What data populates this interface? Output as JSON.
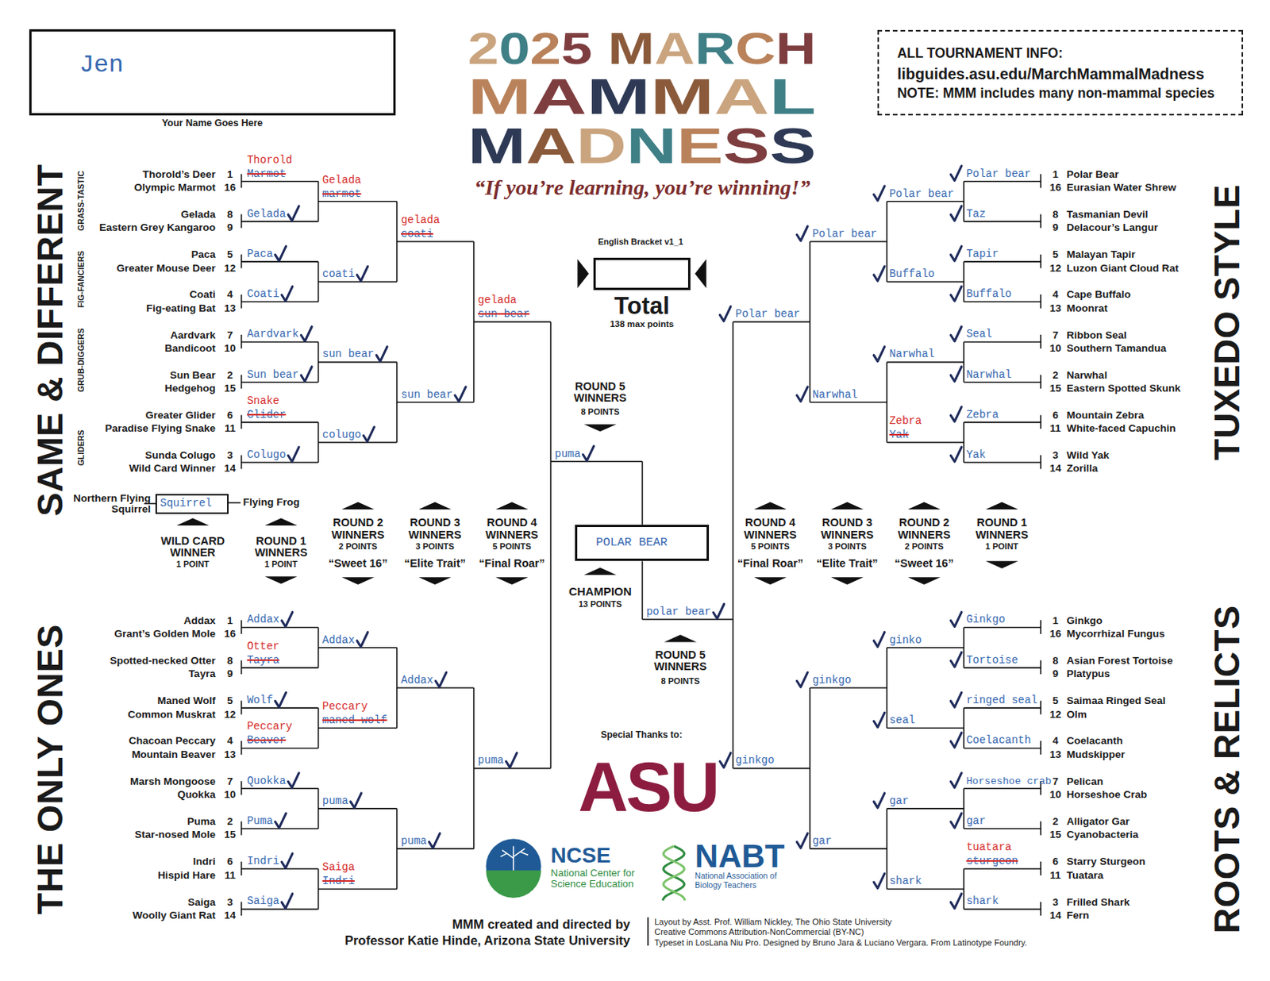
{
  "diagram": {
    "nodes": [
      {
        "text": [
          "Jen",
          "Your Name Goes Here"
        ]
      },
      {
        "text": [
          "ALL TOURNAMENT INFO:",
          "libguides.asu.edu/MarchMammalMadness",
          "NOTE: MMM includes many non-mammal species"
        ]
      },
      {
        "text": [
          "Total",
          "138 max points"
        ]
      },
      {
        "text": [
          "Squirrel"
        ]
      },
      {
        "text": [
          "POLAR BEAR"
        ]
      }
    ],
    "labels": [
      "2025 MARCH",
      "MAMMAL",
      "MADNESS",
      "“If you’re learning, you’re winning!”",
      "SAME & DIFFERENT",
      "THE ONLY ONES",
      "TUXEDO STYLE",
      "ROOTS & RELICTS",
      "GRASS-TASTIC",
      "FIG-FANCIERS",
      "GRUB-DIGGERS",
      "GLIDERS",
      "Thorold’s Deer",
      "1",
      "Olympic Marmot",
      "16",
      "Gelada",
      "8",
      "Eastern Grey Kangaroo",
      "9",
      "Paca",
      "5",
      "Greater Mouse Deer",
      "12",
      "Coati",
      "4",
      "Fig-eating Bat",
      "13",
      "Aardvark",
      "7",
      "Bandicoot",
      "10",
      "Sun Bear",
      "2",
      "Hedgehog",
      "15",
      "Greater Glider",
      "6",
      "Paradise Flying Snake",
      "11",
      "Sunda Colugo",
      "3",
      "Wild Card Winner",
      "14",
      "Addax",
      "1",
      "Grant’s Golden Mole",
      "16",
      "Spotted-necked Otter",
      "8",
      "Tayra",
      "9",
      "Maned Wolf",
      "5",
      "Common Muskrat",
      "12",
      "Chacoan Peccary",
      "4",
      "Mountain Beaver",
      "13",
      "Marsh Mongoose",
      "7",
      "Quokka",
      "10",
      "Puma",
      "2",
      "Star-nosed Mole",
      "15",
      "Indri",
      "6",
      "Hispid Hare",
      "11",
      "Saiga",
      "3",
      "Woolly Giant Rat",
      "14",
      "Polar Bear",
      "1",
      "Eurasian Water Shrew",
      "16",
      "Tasmanian Devil",
      "8",
      "Delacour’s Langur",
      "9",
      "Malayan Tapir",
      "5",
      "Luzon Giant Cloud Rat",
      "12",
      "Cape Buffalo",
      "4",
      "Moonrat",
      "13",
      "Ribbon Seal",
      "7",
      "Southern Tamandua",
      "10",
      "Narwhal",
      "2",
      "Eastern Spotted Skunk",
      "15",
      "Mountain Zebra",
      "6",
      "White-faced Capuchin",
      "11",
      "Wild Yak",
      "3",
      "Zorilla",
      "14",
      "Ginkgo",
      "1",
      "Mycorrhizal Fungus",
      "16",
      "Asian Forest Tortoise",
      "8",
      "Platypus",
      "9",
      "Saimaa Ringed Seal",
      "5",
      "Olm",
      "12",
      "Coelacanth",
      "4",
      "Mudskipper",
      "13",
      "Pelican",
      "7",
      "Horseshoe Crab",
      "10",
      "Alligator Gar",
      "2",
      "Cyanobacteria",
      "15",
      "Starry Sturgeon",
      "6",
      "Tuatara",
      "11",
      "Frilled Shark",
      "3",
      "Fern",
      "14",
      "Northern Flying Squirrel",
      "Flying Frog",
      "WILD CARD WINNER",
      "1 POINT",
      "ROUND 1 WINNERS",
      "1 POINT",
      "ROUND 2 WINNERS",
      "2 POINTS",
      "“Sweet 16”",
      "ROUND 3 WINNERS",
      "3 POINTS",
      "“Elite Trait”",
      "ROUND 4 WINNERS",
      "5 POINTS",
      "“Final Roar”",
      "ROUND 4 WINNERS",
      "5 POINTS",
      "“Final Roar”",
      "ROUND 3 WINNERS",
      "3 POINTS",
      "“Elite Trait”",
      "ROUND 2 WINNERS",
      "2 POINTS",
      "“Sweet 16”",
      "ROUND 1 WINNERS",
      "1 POINT",
      "English Bracket v1_1",
      "ROUND 5 WINNERS",
      "8 POINTS",
      "CHAMPION",
      "13 POINTS",
      "ROUND 5 WINNERS",
      "8 POINTS",
      "Special Thanks to:",
      "ASU",
      "NCSE",
      "National Center for Science Education",
      "NABT",
      "National Association of Biology Teachers",
      "MMM created and directed by",
      "Professor Katie Hinde, Arizona State University",
      "Layout by Asst. Prof. William Nickley, The Ohio State University",
      "Creative Commons Attribution-NonCommercial (BY-NC)",
      "Typeset in LosLana Niu Pro. Designed by Bruno Jara & Luciano Vergara. From Latinotype Foundry.",
      "Marmot",
      "Thorold",
      "Gelada",
      "Paca",
      "Coati",
      "Aardvark",
      "Sun bear",
      "Glider",
      "Snake",
      "Colugo",
      "marmot",
      "Gelada",
      "coati",
      "sun bear",
      "colugo",
      "coati",
      "gelada",
      "sun bear",
      "sun bear",
      "gelada",
      "Addax",
      "Tayra",
      "Otter",
      "Wolf",
      "Beaver",
      "Peccary",
      "Quokka",
      "Puma",
      "Indri",
      "Saiga",
      "Addax",
      "maned wolf",
      "Peccary",
      "puma",
      "Indri",
      "Saiga",
      "Addax",
      "puma",
      "puma",
      "puma",
      "Polar bear",
      "Taz",
      "Tapir",
      "Buffalo",
      "Seal",
      "Narwhal",
      "Zebra",
      "Yak",
      "Polar bear",
      "Buffalo",
      "Narwhal",
      "Yak",
      "Zebra",
      "Polar bear",
      "Narwhal",
      "Polar bear",
      "Ginkgo",
      "Tortoise",
      "ringed seal",
      "Coelacanth",
      "Horseshoe crab",
      "gar",
      "sturgeon",
      "tuatara",
      "shark",
      "ginko",
      "seal",
      "gar",
      "shark",
      "ginkgo",
      "gar",
      "ginkgo",
      "polar bear"
    ]
  }
}
